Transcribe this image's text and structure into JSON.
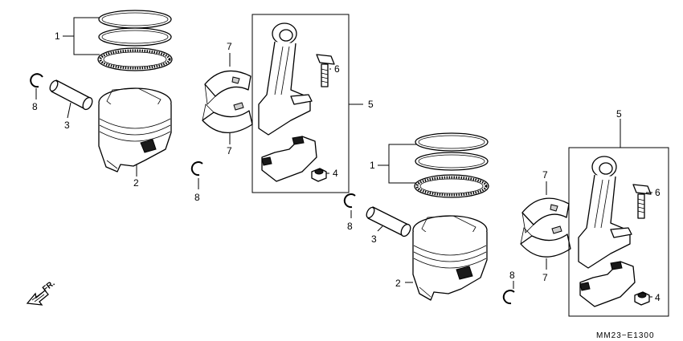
{
  "callouts": {
    "left": {
      "rings": "1",
      "piston": "2",
      "pin": "3",
      "nut": "4",
      "rod_box": "5",
      "bolt": "6",
      "bearing_top": "7",
      "bearing_bottom": "7",
      "clip_top": "8",
      "clip_bottom": "8"
    },
    "right": {
      "rings": "1",
      "piston": "2",
      "pin": "3",
      "nut": "4",
      "rod_box": "5",
      "bolt": "6",
      "bearing_top": "7",
      "bearing_bottom": "7",
      "clip_top": "8",
      "clip_bottom": "8"
    }
  },
  "direction_label": "FR.",
  "diagram_code": "MM23−E1300"
}
